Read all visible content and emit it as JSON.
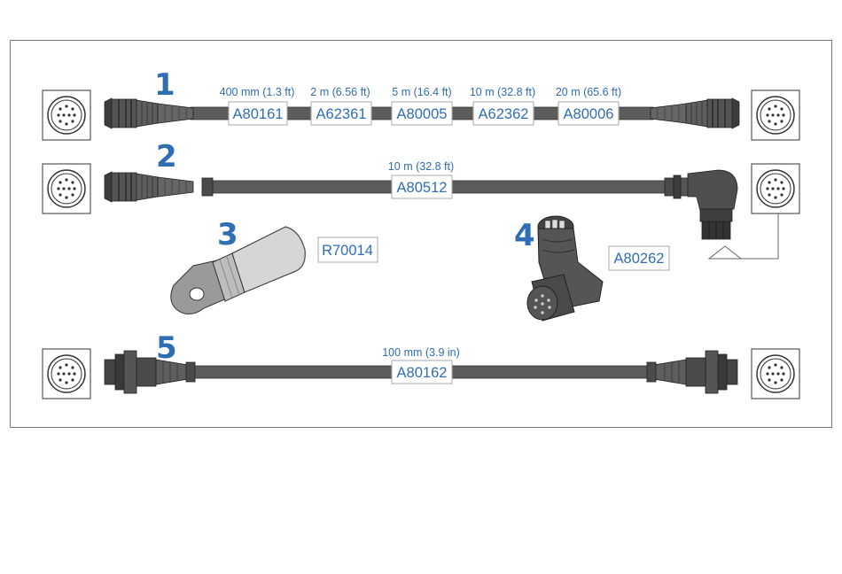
{
  "cables": [
    {
      "number": "1",
      "segments": [
        {
          "length": "400 mm (1.3 ft)",
          "part": "A80161"
        },
        {
          "length": "2 m (6.56 ft)",
          "part": "A62361"
        },
        {
          "length": "5 m (16.4 ft)",
          "part": "A80005"
        },
        {
          "length": "10 m (32.8 ft)",
          "part": "A62362"
        },
        {
          "length": "20 m (65.6 ft)",
          "part": "A80006"
        }
      ]
    },
    {
      "number": "2",
      "segments": [
        {
          "length": "10 m (32.8 ft)",
          "part": "A80512"
        }
      ]
    },
    {
      "number": "5",
      "segments": [
        {
          "length": "100 mm (3.9 in)",
          "part": "A80162"
        }
      ]
    }
  ],
  "accessories": [
    {
      "number": "3",
      "part": "R70014"
    },
    {
      "number": "4",
      "part": "A80262"
    }
  ],
  "colors": {
    "label_text": "#2f6db5",
    "cable": "#5c5c5c",
    "connector_dark": "#3d3d3d",
    "frame": "#777777"
  }
}
